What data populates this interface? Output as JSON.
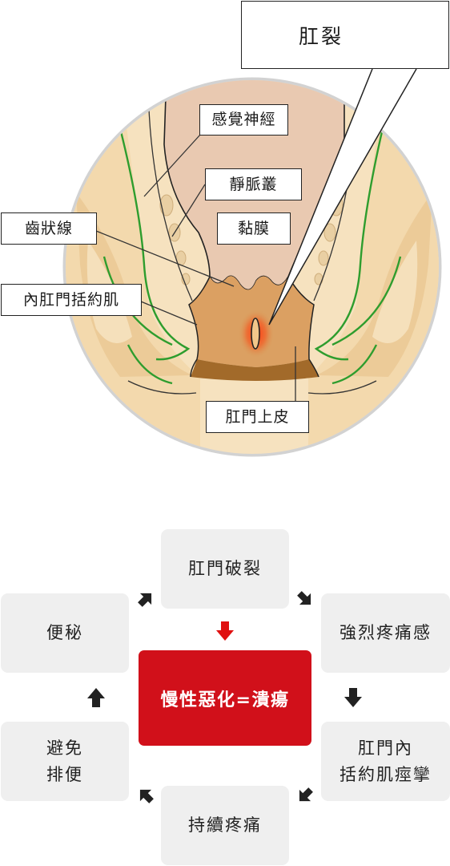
{
  "anatomy": {
    "title": "肛裂",
    "labels": {
      "sensory_nerve": "感覺神經",
      "venous_plexus": "靜脈叢",
      "dentate_line": "齒狀線",
      "mucosa": "黏膜",
      "internal_sphincter": "內肛門括約肌",
      "anal_epithelium": "肛門上皮"
    }
  },
  "cycle": {
    "top": "肛門破裂",
    "right_upper": "強烈疼痛感",
    "right_lower_line1": "肛門內",
    "right_lower_line2": "括約肌痙攣",
    "bottom": "持續疼痛",
    "left_lower_line1": "避免",
    "left_lower_line2": "排便",
    "left_upper": "便秘",
    "center": "慢性惡化=潰瘍"
  },
  "colors": {
    "center_red": "#d1101a",
    "arrow_red": "#e01010",
    "arrow_dark": "#222222",
    "box_gray": "#efefef",
    "nerve_green": "#2e9d2e",
    "tissue_tan": "#f1d6ab",
    "canal_pink": "#e8c9b2",
    "epithelium_orange": "#d99a57"
  }
}
